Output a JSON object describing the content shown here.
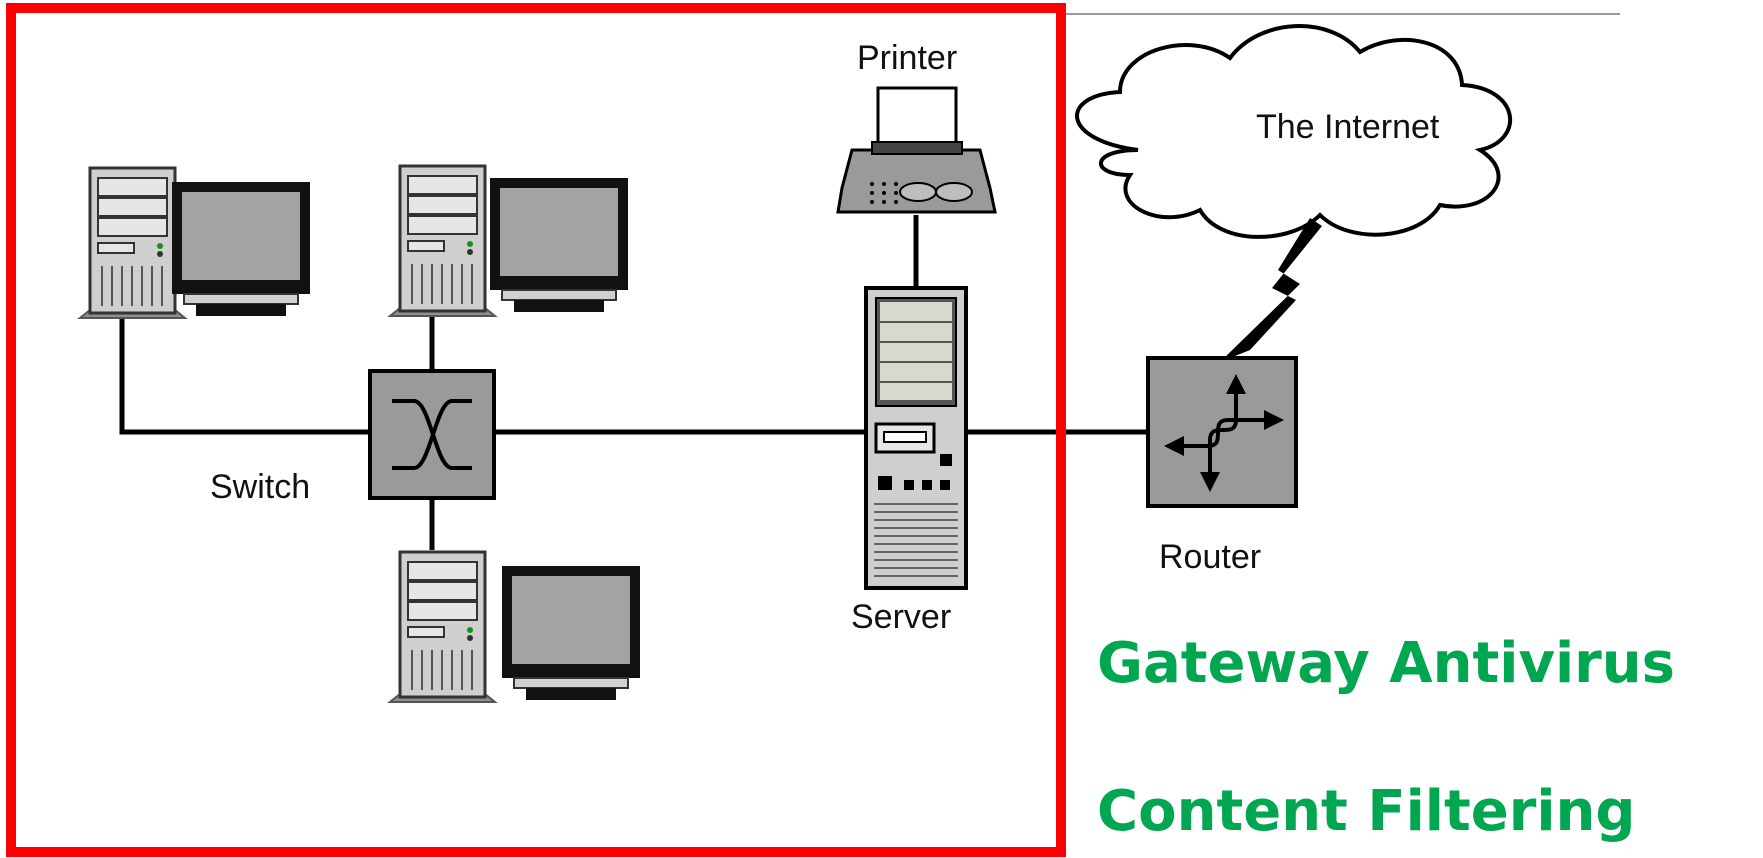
{
  "labels": {
    "printer": "Printer",
    "internet": "The Internet",
    "switch": "Switch",
    "router": "Router",
    "server": "Server"
  },
  "callouts": {
    "gateway_antivirus": "Gateway Antivirus",
    "content_filtering": "Content Filtering"
  },
  "colors": {
    "highlight_box": "#ff0000",
    "callout_text": "#00a650",
    "device_gray": "#9a9a9a",
    "screen_gray": "#a0a0a0",
    "line": "#000000"
  },
  "icons": [
    "workstation-icon",
    "monitor-icon",
    "switch-icon",
    "server-icon",
    "printer-icon",
    "router-icon",
    "cloud-icon",
    "lightning-bolt-icon"
  ]
}
